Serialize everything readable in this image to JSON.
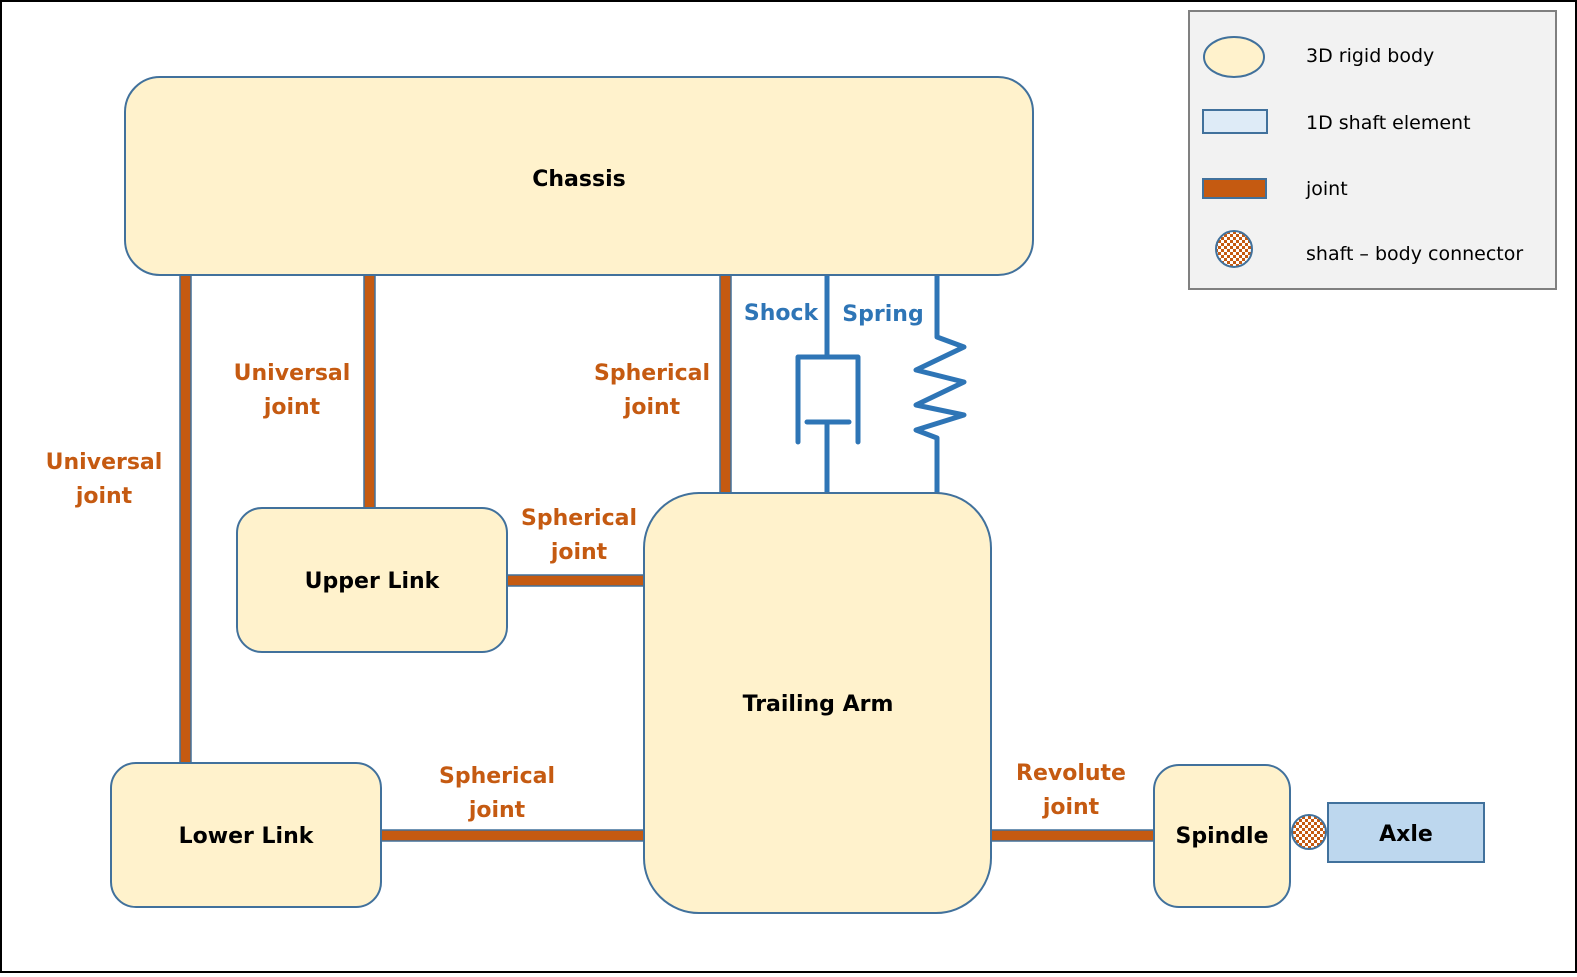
{
  "bodies": {
    "chassis": "Chassis",
    "upper_link": "Upper Link",
    "lower_link": "Lower Link",
    "trailing_arm": "Trailing Arm",
    "spindle": "Spindle",
    "axle": "Axle"
  },
  "joints": {
    "chassis_lower_link": [
      "Universal",
      "joint"
    ],
    "chassis_upper_link": [
      "Universal",
      "joint"
    ],
    "chassis_trailing_arm": [
      "Spherical",
      "joint"
    ],
    "upper_link_trailing_arm": [
      "Spherical",
      "joint"
    ],
    "lower_link_trailing_arm": [
      "Spherical",
      "joint"
    ],
    "trailing_arm_spindle": [
      "Revolute",
      "joint"
    ]
  },
  "force_elements": {
    "shock": "Shock",
    "spring": "Spring"
  },
  "legend": {
    "items": [
      {
        "icon": "rigid-body-ellipse",
        "label": "3D rigid body"
      },
      {
        "icon": "shaft-rectangle",
        "label": "1D shaft element"
      },
      {
        "icon": "joint-bar",
        "label": "joint"
      },
      {
        "icon": "connector-checkered-circle",
        "label": "shaft – body connector"
      }
    ]
  },
  "colors": {
    "rigid_body_fill": "#fff2cc",
    "outline": "#41719c",
    "joint": "#c55a11",
    "shaft_fill": "#bdd7ee",
    "legend_shaft_fill": "#deebf7",
    "force_element": "#2e75b6",
    "legend_bg": "#f2f2f2"
  }
}
